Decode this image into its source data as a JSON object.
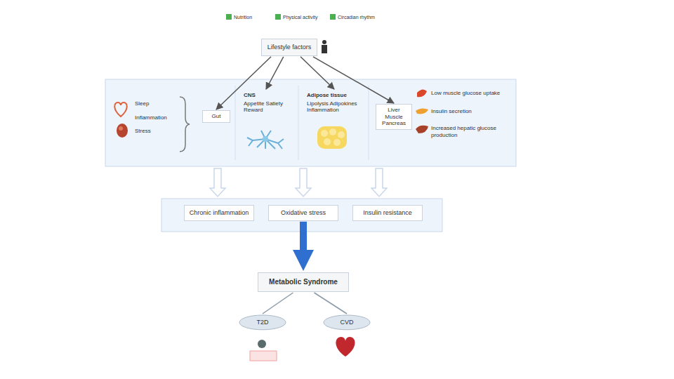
{
  "diagram": {
    "nodes": [
      {
        "text": [
          "Lifestyle factors"
        ]
      },
      {
        "text": [
          "Gut"
        ]
      },
      {
        "text": [
          "CNS",
          "Appetite Satiety Reward"
        ]
      },
      {
        "text": [
          "Adipose tissue",
          "Lipolysis Adipokines Inflammation"
        ]
      },
      {
        "text": [
          "Liver Muscle Pancreas"
        ]
      },
      {
        "text": [
          "Chronic inflammation"
        ]
      },
      {
        "text": [
          "Oxidative stress"
        ]
      },
      {
        "text": [
          "Insulin resistance"
        ]
      },
      {
        "text": [
          "Metabolic Syndrome"
        ]
      },
      {
        "text": [
          "T2D"
        ]
      },
      {
        "text": [
          "CVD"
        ]
      }
    ],
    "edges": [
      {
        "from": 0,
        "to": 1,
        "arrow": "to"
      },
      {
        "from": 0,
        "to": 2,
        "arrow": "to"
      },
      {
        "from": 0,
        "to": 3,
        "arrow": "to"
      },
      {
        "from": 0,
        "to": 4,
        "arrow": "to"
      },
      {
        "from": 6,
        "to": 8,
        "arrow": "to"
      },
      {
        "from": 8,
        "to": 9,
        "arrow": "none"
      },
      {
        "from": 8,
        "to": 10,
        "arrow": "none"
      }
    ],
    "labels": [
      "Sleep",
      "Inflammation",
      "Stress",
      "Low muscle glucose uptake",
      "Insulin secretion",
      "Increased hepatic glucose production"
    ],
    "legend": [
      {
        "text": "Nutrition",
        "color": "#4caf50"
      },
      {
        "text": "Physical activity",
        "color": "#4caf50"
      },
      {
        "text": "Circadian rhythm",
        "color": "#4caf50"
      }
    ]
  }
}
